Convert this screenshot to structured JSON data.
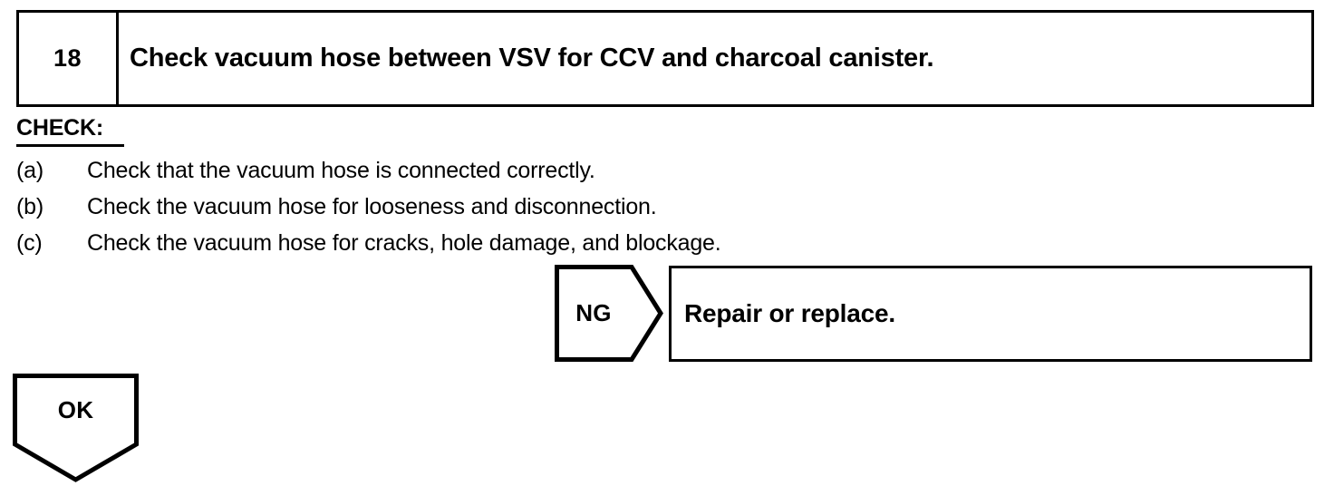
{
  "step": {
    "number": "18",
    "title": "Check vacuum hose between VSV for CCV and charcoal canister."
  },
  "check_section": {
    "heading": "CHECK:",
    "items": [
      {
        "label": "(a)",
        "text": "Check that the vacuum hose is connected correctly."
      },
      {
        "label": "(b)",
        "text": "Check the vacuum hose for looseness and disconnection."
      },
      {
        "label": "(c)",
        "text": "Check the vacuum hose for cracks, hole damage, and blockage."
      }
    ]
  },
  "branches": {
    "ng": {
      "label": "NG",
      "result": "Repair or replace."
    },
    "ok": {
      "label": "OK"
    }
  },
  "colors": {
    "ink": "#000000",
    "paper": "#ffffff"
  }
}
